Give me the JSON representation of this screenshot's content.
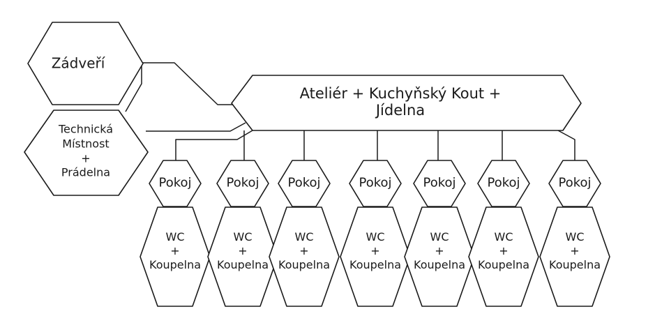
{
  "colors": {
    "ink": "#1a1a1a",
    "paper": "#ffffff"
  },
  "nodes": {
    "entry": {
      "label": "Zádveří"
    },
    "technical": {
      "label": "Technická\nMístnost\n+\nPrádelna"
    },
    "studio": {
      "label": "Ateliér + Kuchyňský Kout + Jídelna"
    }
  },
  "units": [
    {
      "room": "Pokoj",
      "bathroom": "WC\n+\nKoupelna"
    },
    {
      "room": "Pokoj",
      "bathroom": "WC\n+\nKoupelna"
    },
    {
      "room": "Pokoj",
      "bathroom": "WC\n+\nKoupelna"
    },
    {
      "room": "Pokoj",
      "bathroom": "WC\n+\nKoupelna"
    },
    {
      "room": "Pokoj",
      "bathroom": "WC\n+\nKoupelna"
    },
    {
      "room": "Pokoj",
      "bathroom": "WC\n+\nKoupelna"
    },
    {
      "room": "Pokoj",
      "bathroom": "WC\n+\nKoupelna"
    }
  ]
}
